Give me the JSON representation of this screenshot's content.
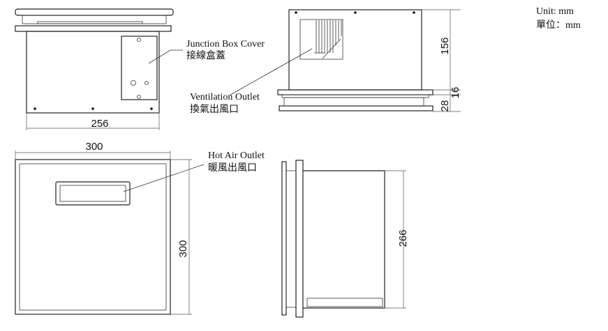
{
  "unit": {
    "en": "Unit: mm",
    "zh": "單位：mm"
  },
  "callouts": {
    "junction_box": {
      "en": "Junction Box Cover",
      "zh": "接線盒蓋"
    },
    "ventilation": {
      "en": "Ventilation Outlet",
      "zh": "換氣出風口"
    },
    "hot_air": {
      "en": "Hot Air Outlet",
      "zh": "暖風出風口"
    }
  },
  "dimensions": {
    "front_width": "256",
    "front_height": "156",
    "flange": "16",
    "grille_depth": "28",
    "panel_width": "300",
    "panel_height": "300",
    "side_height": "266"
  }
}
